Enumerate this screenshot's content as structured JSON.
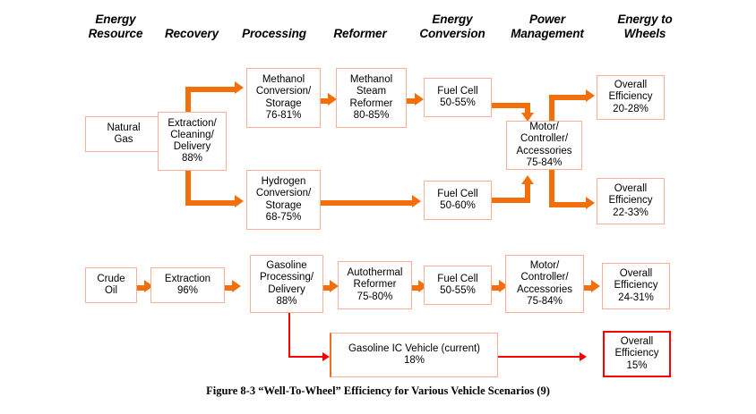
{
  "figure": {
    "caption": "Figure 8-3  “Well-To-Wheel” Efficiency for Various Vehicle Scenarios (9)"
  },
  "colors": {
    "box_border": "#FAAE97",
    "arrow_orange": "#F36F0C",
    "arrow_red": "#FF0000",
    "background": "#FFFFFF",
    "text": "#000000"
  },
  "columns": [
    {
      "line1": "Energy",
      "line2": "Resource"
    },
    {
      "line1": "Recovery",
      "line2": ""
    },
    {
      "line1": "Processing",
      "line2": ""
    },
    {
      "line1": "Reformer",
      "line2": ""
    },
    {
      "line1": "Energy",
      "line2": "Conversion"
    },
    {
      "line1": "Power",
      "line2": "Management"
    },
    {
      "line1": "Energy",
      "line2": "to Wheels"
    }
  ],
  "nodes": {
    "natural_gas": {
      "l1": "Natural",
      "l2": "Gas",
      "l3": "",
      "l4": ""
    },
    "extraction_cleaning": {
      "l1": "Extraction/",
      "l2": "Cleaning/",
      "l3": "Delivery",
      "l4": "88%"
    },
    "methanol_conversion": {
      "l1": "Methanol",
      "l2": "Conversion/",
      "l3": "Storage",
      "l4": "76-81%"
    },
    "methanol_reformer": {
      "l1": "Methanol",
      "l2": "Steam",
      "l3": "Reformer",
      "l4": "80-85%"
    },
    "fuel_cell_meoh": {
      "l1": "Fuel Cell",
      "l2": "50-55%",
      "l3": "",
      "l4": ""
    },
    "overall_meoh": {
      "l1": "Overall",
      "l2": "Efficiency",
      "l3": "20-28%",
      "l4": ""
    },
    "motor_top": {
      "l1": "Motor/",
      "l2": "Controller/",
      "l3": "Accessories",
      "l4": "75-84%"
    },
    "hydrogen_conversion": {
      "l1": "Hydrogen",
      "l2": "Conversion/",
      "l3": "Storage",
      "l4": "68-75%"
    },
    "fuel_cell_h2": {
      "l1": "Fuel Cell",
      "l2": "50-60%",
      "l3": "",
      "l4": ""
    },
    "overall_h2": {
      "l1": "Overall",
      "l2": "Efficiency",
      "l3": "22-33%",
      "l4": ""
    },
    "crude_oil": {
      "l1": "Crude",
      "l2": "Oil",
      "l3": "",
      "l4": ""
    },
    "extraction_oil": {
      "l1": "Extraction",
      "l2": "96%",
      "l3": "",
      "l4": ""
    },
    "gasoline_processing": {
      "l1": "Gasoline",
      "l2": "Processing/",
      "l3": "Delivery",
      "l4": "88%"
    },
    "autothermal": {
      "l1": "Autothermal",
      "l2": "Reformer",
      "l3": "75-80%",
      "l4": ""
    },
    "fuel_cell_gas": {
      "l1": "Fuel Cell",
      "l2": "50-55%",
      "l3": "",
      "l4": ""
    },
    "motor_bottom": {
      "l1": "Motor/",
      "l2": "Controller/",
      "l3": "Accessories",
      "l4": "75-84%"
    },
    "overall_gas": {
      "l1": "Overall",
      "l2": "Efficiency",
      "l3": "24-31%",
      "l4": ""
    },
    "gasoline_ic": {
      "l1": "Gasoline IC Vehicle (current)",
      "l2": "18%",
      "l3": "",
      "l4": ""
    },
    "overall_ic": {
      "l1": "Overall",
      "l2": "Efficiency",
      "l3": "15%",
      "l4": ""
    }
  }
}
